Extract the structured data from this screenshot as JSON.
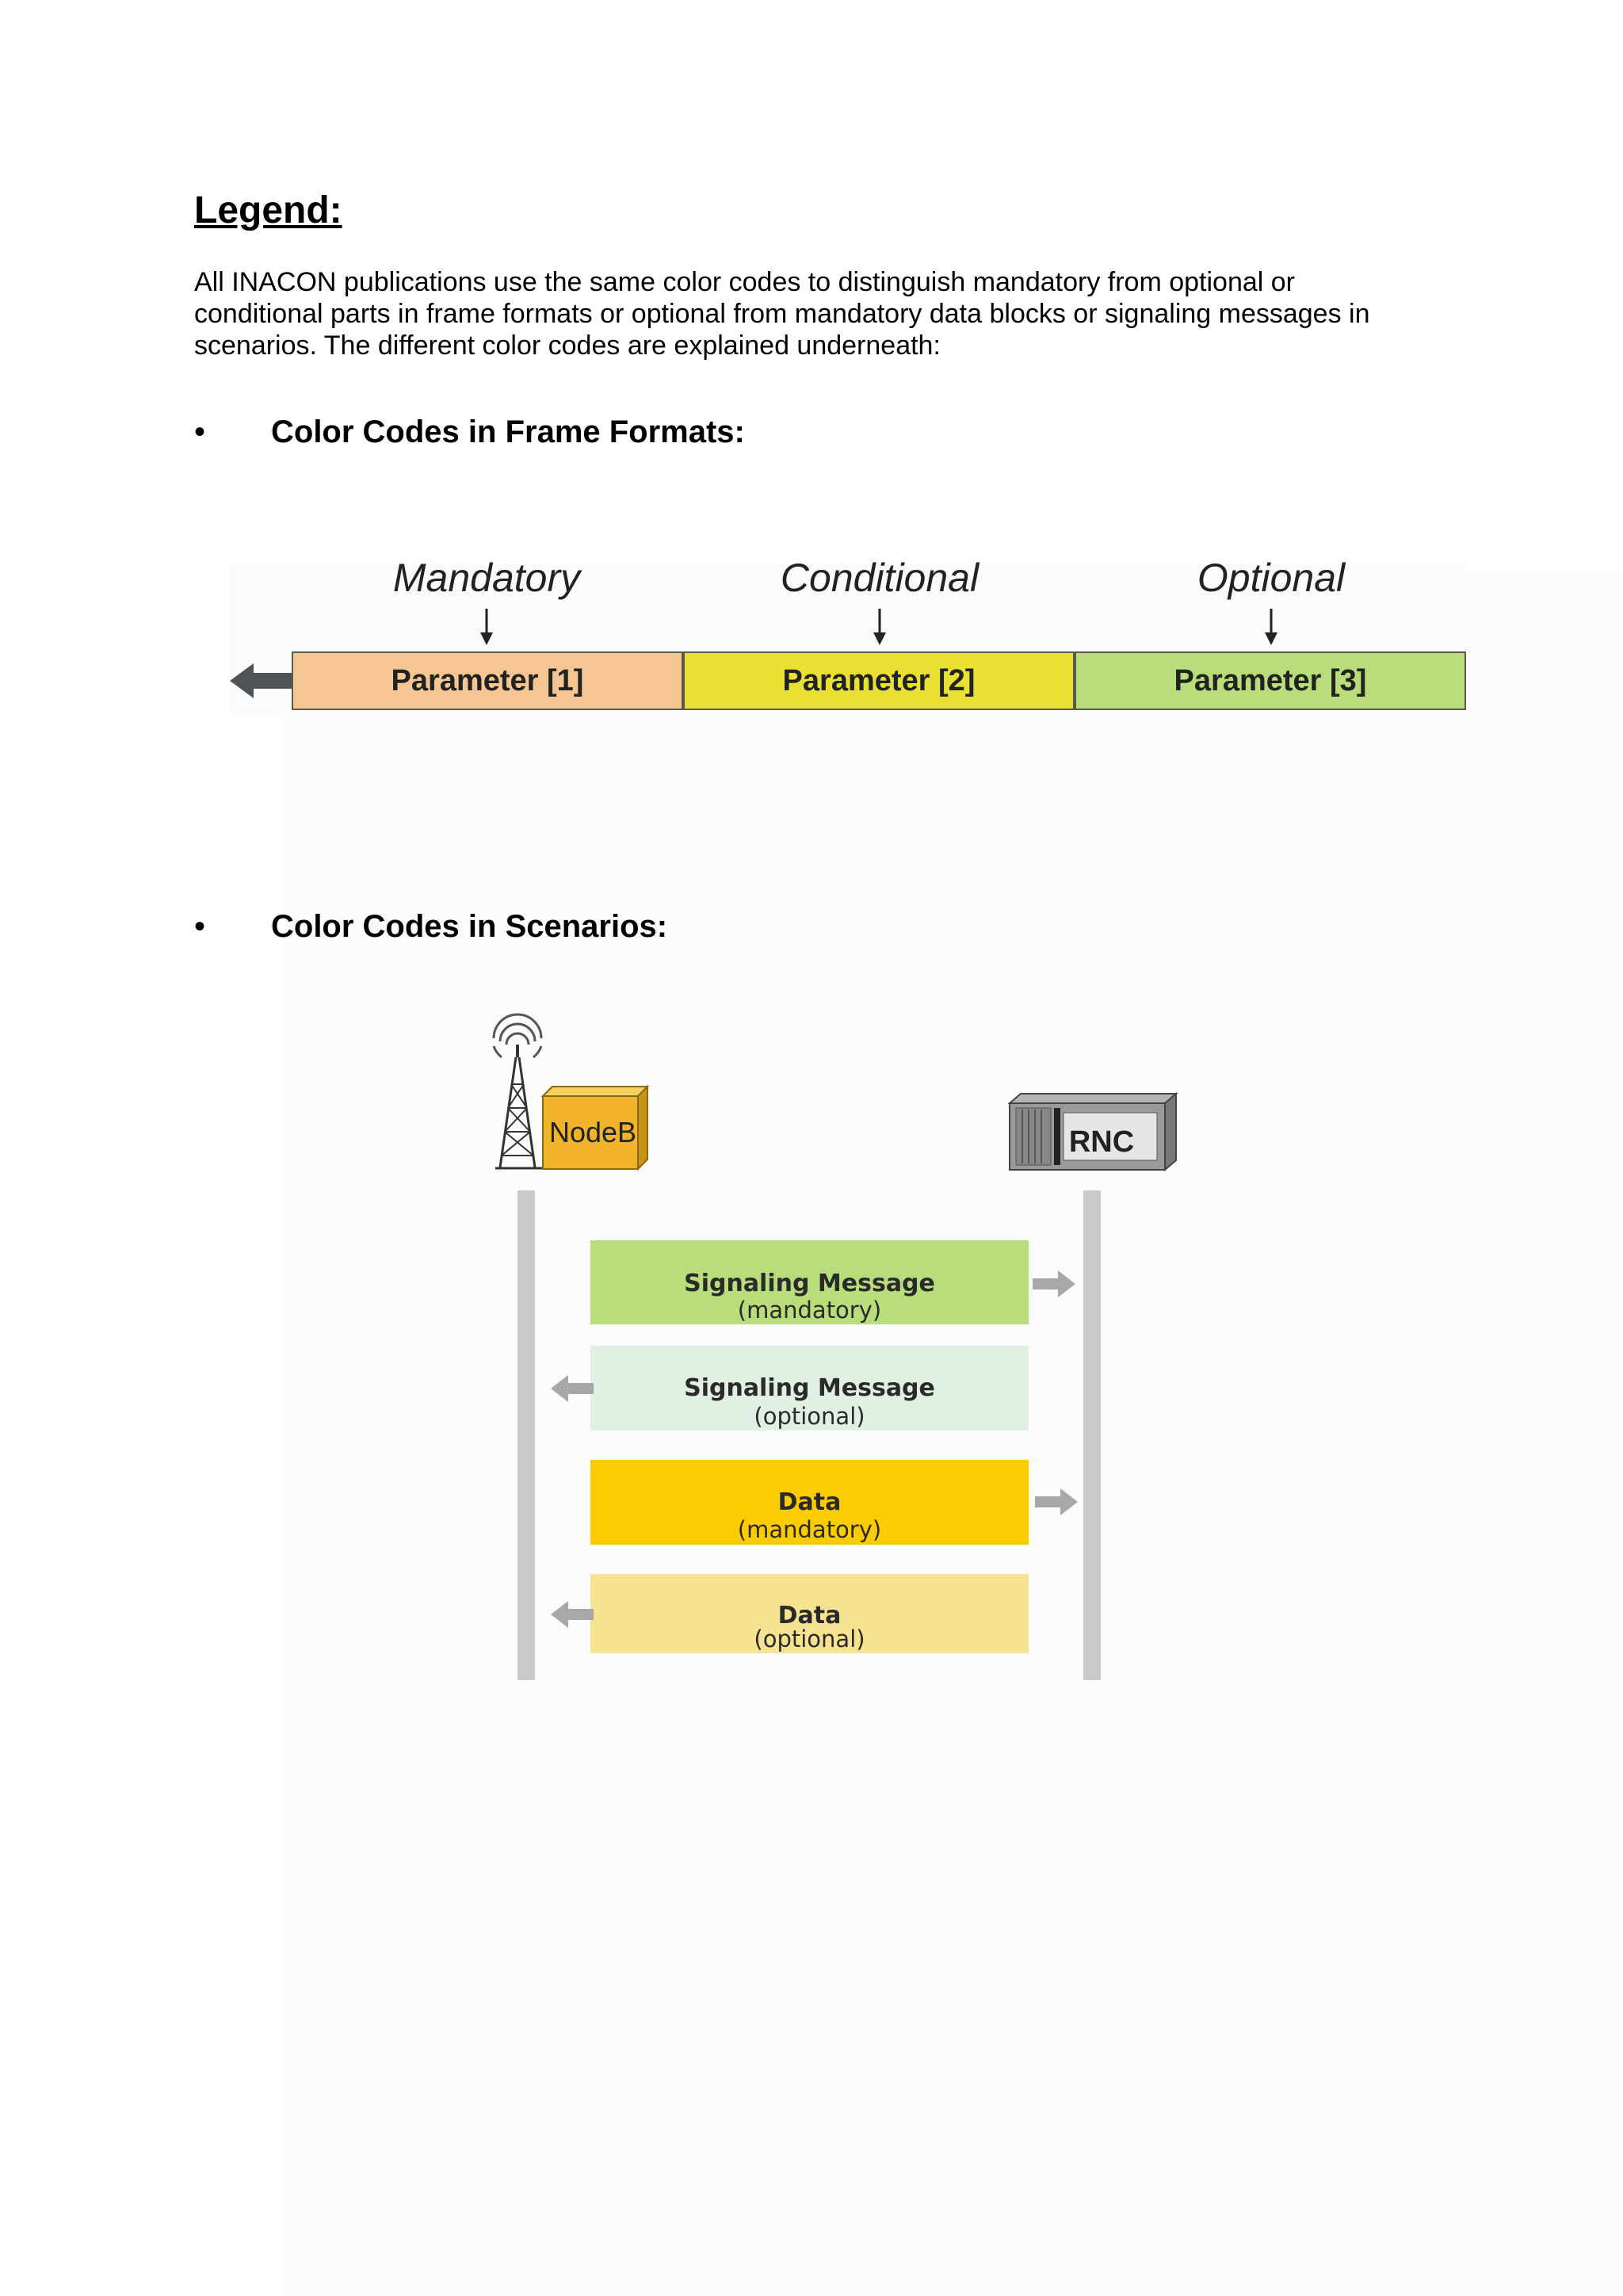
{
  "heading": "Legend:",
  "intro": "All INACON publications use the same color codes to distinguish mandatory from optional or conditional parts in frame formats or optional from mandatory data blocks or signaling messages in scenarios. The different color codes are explained underneath:",
  "sections": [
    {
      "bullet": "•",
      "title": "Color Codes in Frame Formats:"
    },
    {
      "bullet": "•",
      "title": "Color Codes in Scenarios:"
    }
  ],
  "frame_formats": {
    "columns": [
      {
        "label": "Mandatory",
        "parameter": "Parameter [1]",
        "color": "#f5c592"
      },
      {
        "label": "Conditional",
        "parameter": "Parameter [2]",
        "color": "#e8e133"
      },
      {
        "label": "Optional",
        "parameter": "Parameter [3]",
        "color": "#b9dd7b"
      }
    ]
  },
  "scenarios": {
    "node_left": "NodeB",
    "node_right": "RNC",
    "messages": [
      {
        "title": "Signaling Message",
        "status": "(mandatory)",
        "direction": "right",
        "color": "#b9dd7b"
      },
      {
        "title": "Signaling Message",
        "status": "(optional)",
        "direction": "left",
        "color": "#e0f1e3"
      },
      {
        "title": "Data",
        "status": "(mandatory)",
        "direction": "right",
        "color": "#fdcc00"
      },
      {
        "title": "Data",
        "status": "(optional)",
        "direction": "left",
        "color": "#f6e391"
      }
    ]
  }
}
